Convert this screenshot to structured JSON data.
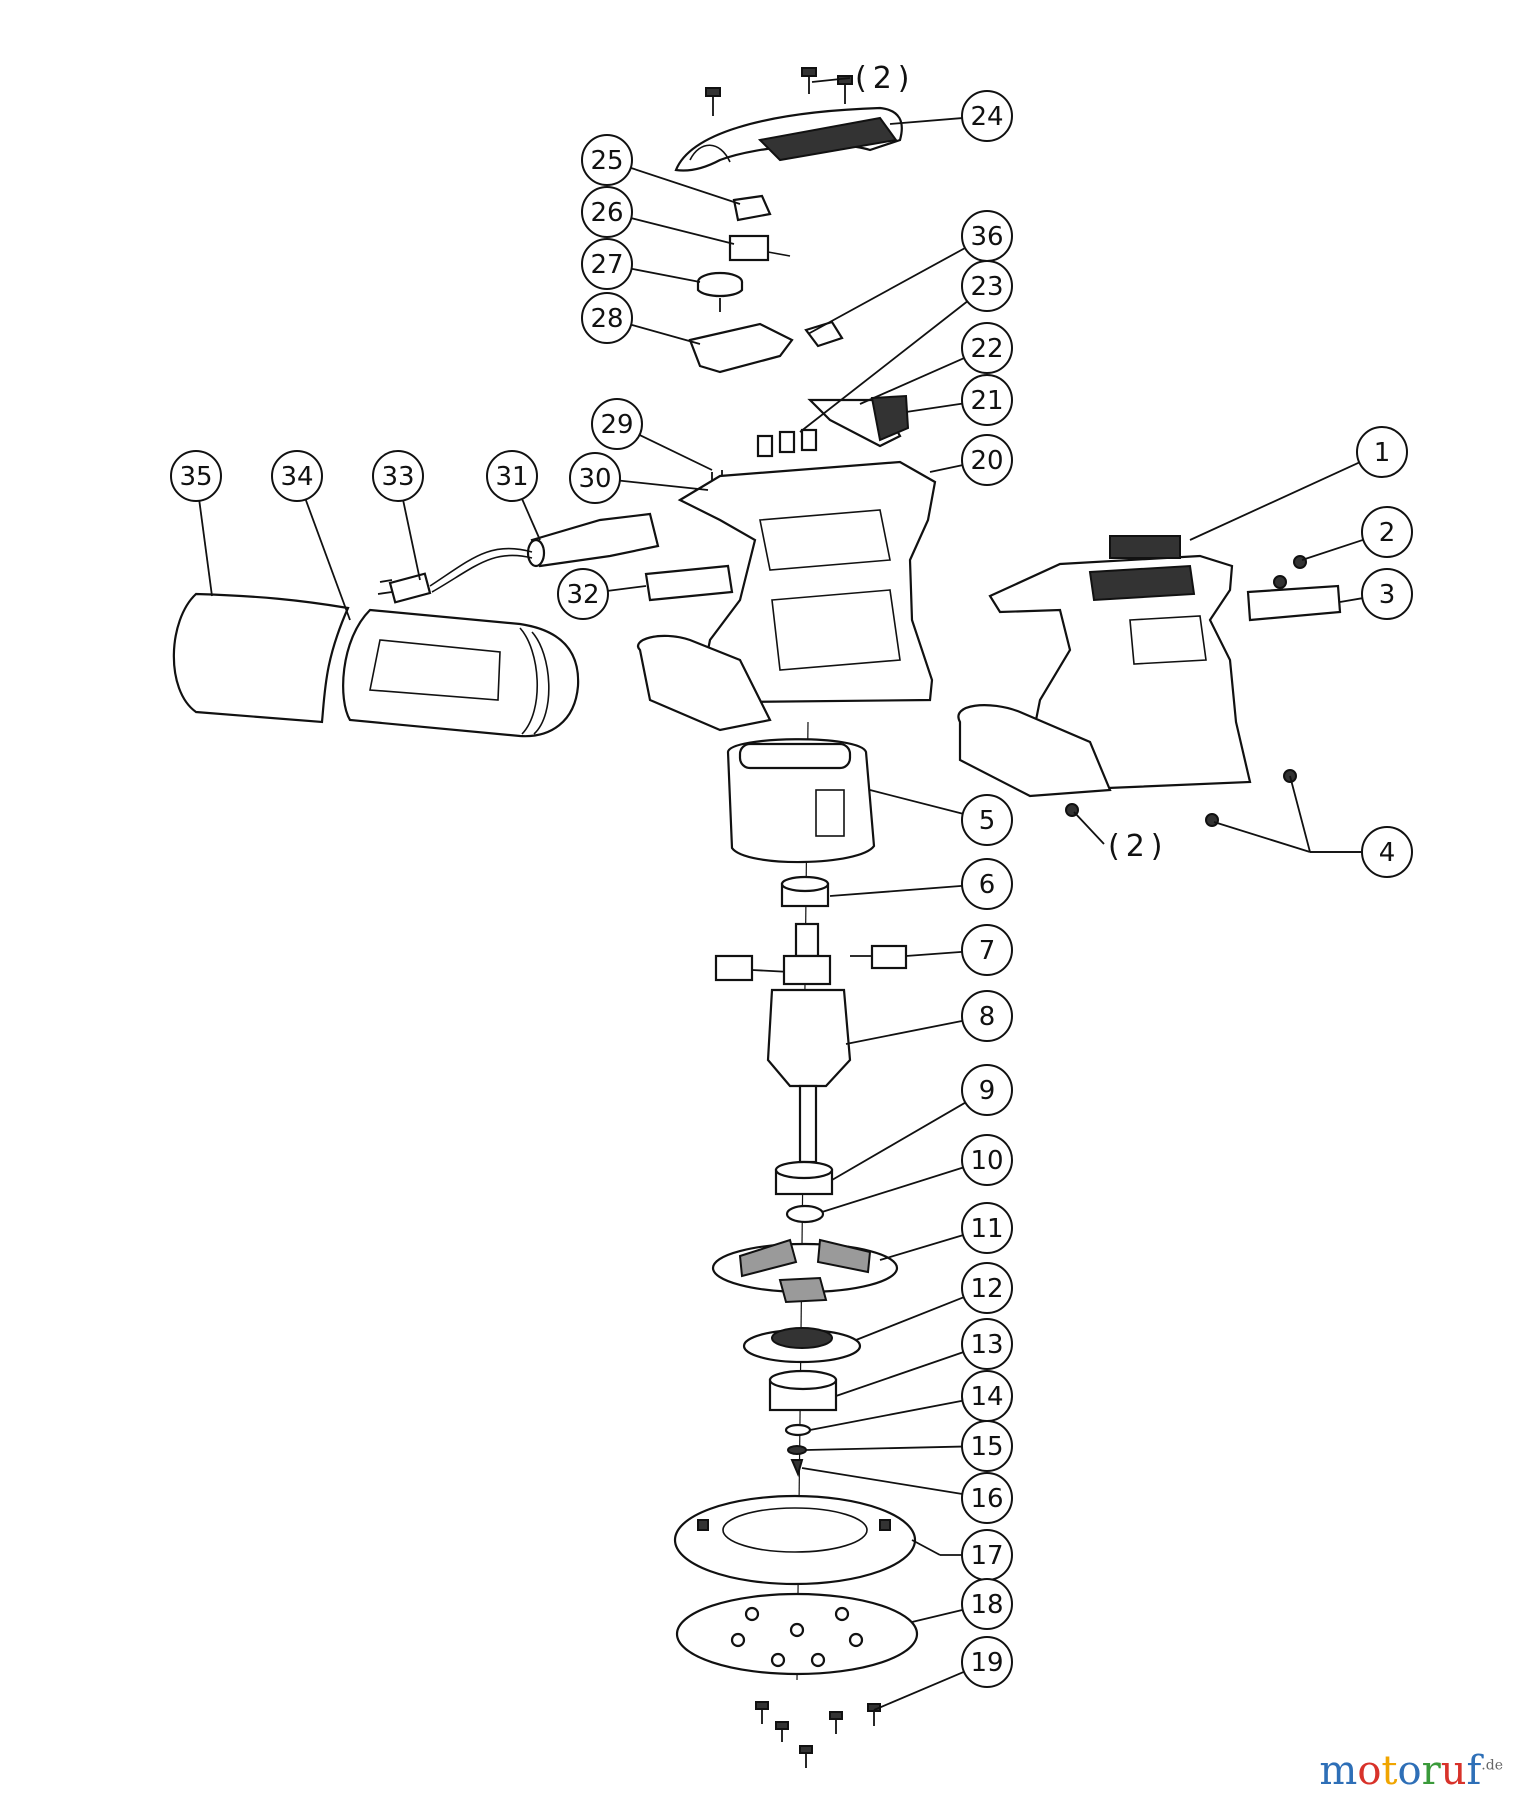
{
  "callouts": [
    {
      "id": "1",
      "label": "1"
    },
    {
      "id": "2",
      "label": "2"
    },
    {
      "id": "3",
      "label": "3"
    },
    {
      "id": "4",
      "label": "4"
    },
    {
      "id": "5",
      "label": "5"
    },
    {
      "id": "6",
      "label": "6"
    },
    {
      "id": "7",
      "label": "7"
    },
    {
      "id": "8",
      "label": "8"
    },
    {
      "id": "9",
      "label": "9"
    },
    {
      "id": "10",
      "label": "10"
    },
    {
      "id": "11",
      "label": "11"
    },
    {
      "id": "12",
      "label": "12"
    },
    {
      "id": "13",
      "label": "13"
    },
    {
      "id": "14",
      "label": "14"
    },
    {
      "id": "15",
      "label": "15"
    },
    {
      "id": "16",
      "label": "16"
    },
    {
      "id": "17",
      "label": "17"
    },
    {
      "id": "18",
      "label": "18"
    },
    {
      "id": "19",
      "label": "19"
    },
    {
      "id": "20",
      "label": "20"
    },
    {
      "id": "21",
      "label": "21"
    },
    {
      "id": "22",
      "label": "22"
    },
    {
      "id": "23",
      "label": "23"
    },
    {
      "id": "24",
      "label": "24"
    },
    {
      "id": "25",
      "label": "25"
    },
    {
      "id": "26",
      "label": "26"
    },
    {
      "id": "27",
      "label": "27"
    },
    {
      "id": "28",
      "label": "28"
    },
    {
      "id": "29",
      "label": "29"
    },
    {
      "id": "30",
      "label": "30"
    },
    {
      "id": "31",
      "label": "31"
    },
    {
      "id": "32",
      "label": "32"
    },
    {
      "id": "33",
      "label": "33"
    },
    {
      "id": "34",
      "label": "34"
    },
    {
      "id": "35",
      "label": "35"
    },
    {
      "id": "36",
      "label": "36"
    }
  ],
  "quantity_notes": {
    "top_screws": "(2)",
    "housing_screws": "(2)"
  },
  "watermark": {
    "letters": [
      {
        "char": "m",
        "color": "#2e6fb7"
      },
      {
        "char": "o",
        "color": "#d8322a"
      },
      {
        "char": "t",
        "color": "#f0a500"
      },
      {
        "char": "o",
        "color": "#2e6fb7"
      },
      {
        "char": "r",
        "color": "#3a9a3a"
      },
      {
        "char": "u",
        "color": "#d8322a"
      },
      {
        "char": "f",
        "color": "#2e6fb7"
      }
    ],
    "suffix": ".de"
  }
}
